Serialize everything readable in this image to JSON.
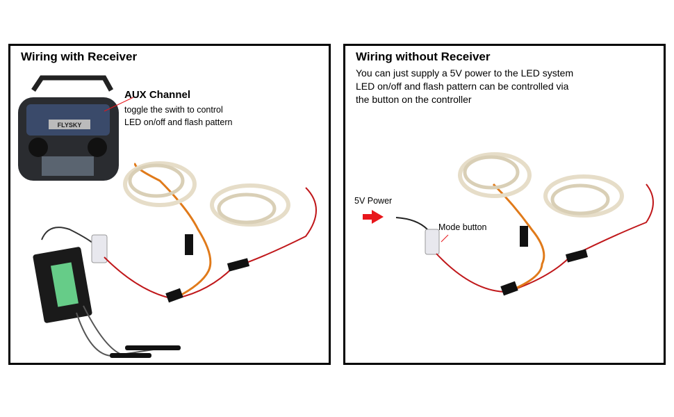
{
  "left_panel": {
    "title": "Wiring with Receiver",
    "aux_title": "AUX Channel",
    "aux_lines": [
      "toggle the swith to control",
      "LED on/off and flash pattern"
    ],
    "transmitter_brand": "FLYSKY"
  },
  "right_panel": {
    "title": "Wiring without Receiver",
    "desc_lines": [
      "You can just supply a 5V power to the LED system",
      "LED on/off and flash pattern can be controlled via",
      "the button on the controller"
    ],
    "power_label": "5V Power",
    "mode_label": "Mode button"
  },
  "colors": {
    "arrow": "#e8161b",
    "border": "#000000",
    "wire_orange": "#e07a1a",
    "wire_red": "#c0181b"
  }
}
